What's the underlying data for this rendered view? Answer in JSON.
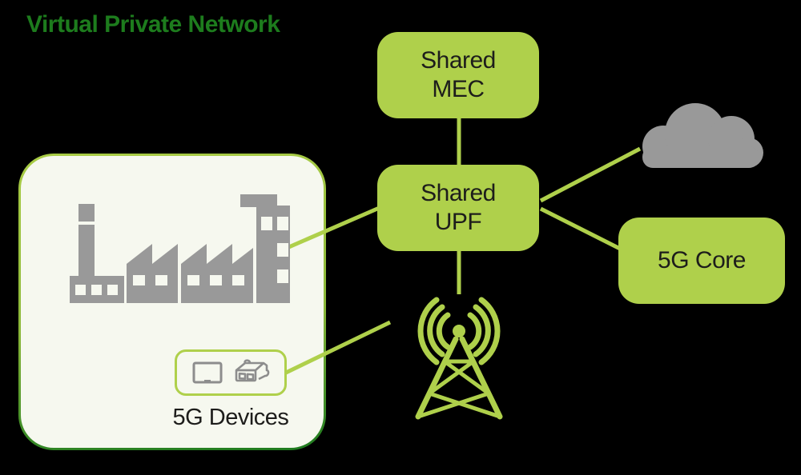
{
  "title": "Virtual Private Network",
  "colors": {
    "accent_green": "#afd04b",
    "dark_green": "#1d7c1d",
    "icon_gray": "#999999",
    "device_icon_gray": "#8d8d8d",
    "node_text": "#1d1d1b",
    "enterprise_fill": "#f6f8ef",
    "background": "#000000"
  },
  "nodes": {
    "shared_mec": {
      "line1": "Shared",
      "line2": "MEC"
    },
    "shared_upf": {
      "line1": "Shared",
      "line2": "UPF"
    },
    "five_g_core": {
      "label": "5G Core"
    },
    "enterprise": {
      "devices_label": "5G Devices"
    }
  },
  "icons": [
    "factory-icon",
    "cloud-icon",
    "cell-tower-icon",
    "monitor-icon",
    "vr-glasses-icon"
  ],
  "connections": [
    {
      "from": "enterprise-factory",
      "to": "shared-upf"
    },
    {
      "from": "shared-mec",
      "to": "shared-upf"
    },
    {
      "from": "shared-upf",
      "to": "cloud"
    },
    {
      "from": "shared-upf",
      "to": "5g-core"
    },
    {
      "from": "shared-upf",
      "to": "cell-tower"
    },
    {
      "from": "cell-tower",
      "to": "5g-devices"
    }
  ]
}
